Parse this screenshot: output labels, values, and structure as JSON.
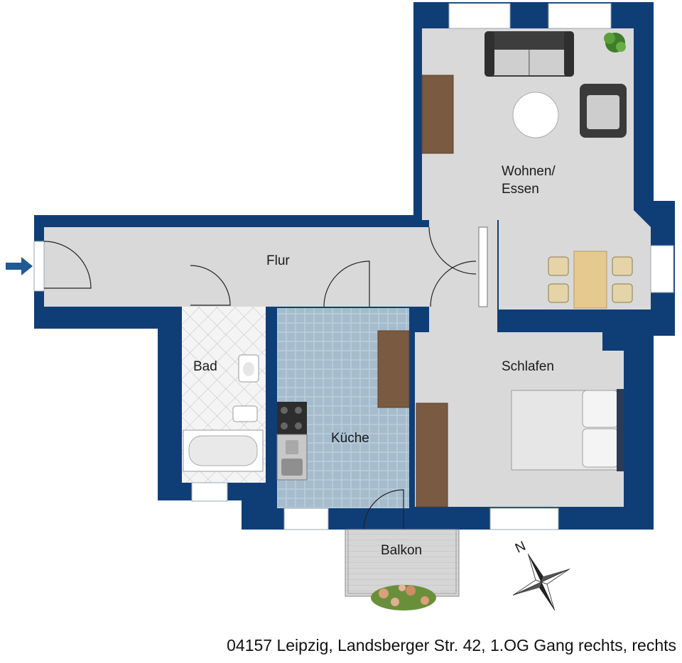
{
  "rooms": {
    "living_line1": "Wohnen/",
    "living_line2": "Essen",
    "hall": "Flur",
    "bath": "Bad",
    "kitchen": "Küche",
    "bedroom": "Schlafen",
    "balcony": "Balkon"
  },
  "compass": {
    "north_label": "N"
  },
  "address": "04157 Leipzig, Landsberger Str. 42, 1.OG Gang rechts, rechts",
  "colors": {
    "wall": "#0f3e77",
    "floor": "#d9d9d9",
    "kitchen_tile": "#a9bfd0",
    "wood": "#7a5a40",
    "sofa": "#555555"
  }
}
